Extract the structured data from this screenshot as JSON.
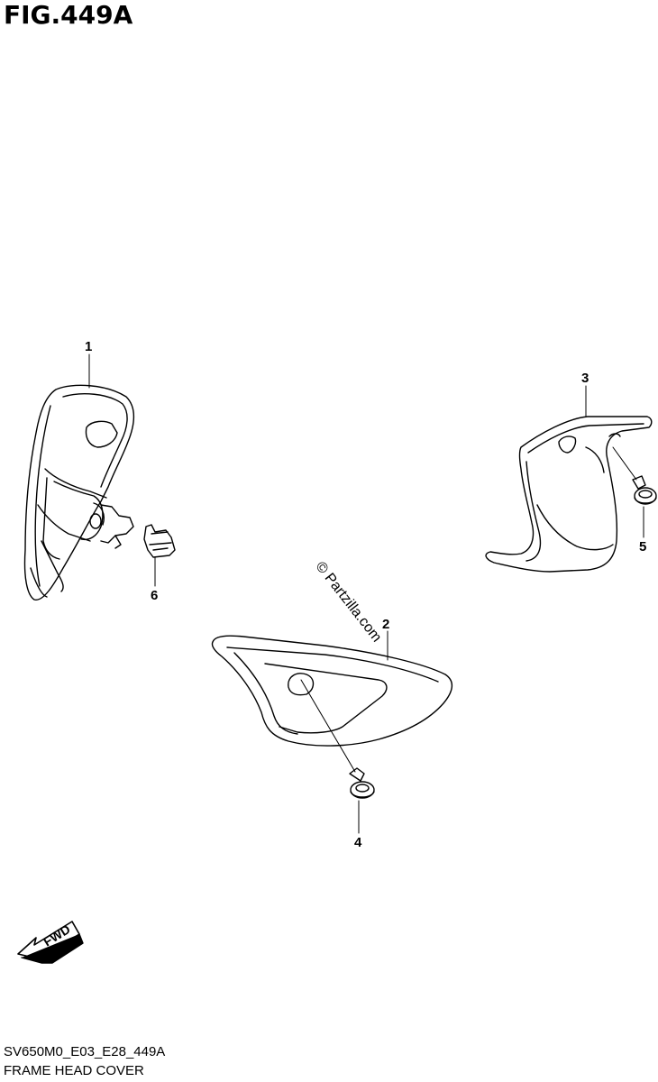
{
  "figure": {
    "title": "FIG.449A",
    "drawing_code": "SV650M0_E03_E28_449A",
    "section_name": "FRAME HEAD COVER",
    "watermark": "© Partzilla.com"
  },
  "callouts": [
    {
      "id": "callout-1",
      "label": "1"
    },
    {
      "id": "callout-2",
      "label": "2"
    },
    {
      "id": "callout-3",
      "label": "3"
    },
    {
      "id": "callout-4",
      "label": "4"
    },
    {
      "id": "callout-5",
      "label": "5"
    },
    {
      "id": "callout-6",
      "label": "6"
    }
  ],
  "direction_arrow": {
    "label": "FWD"
  }
}
